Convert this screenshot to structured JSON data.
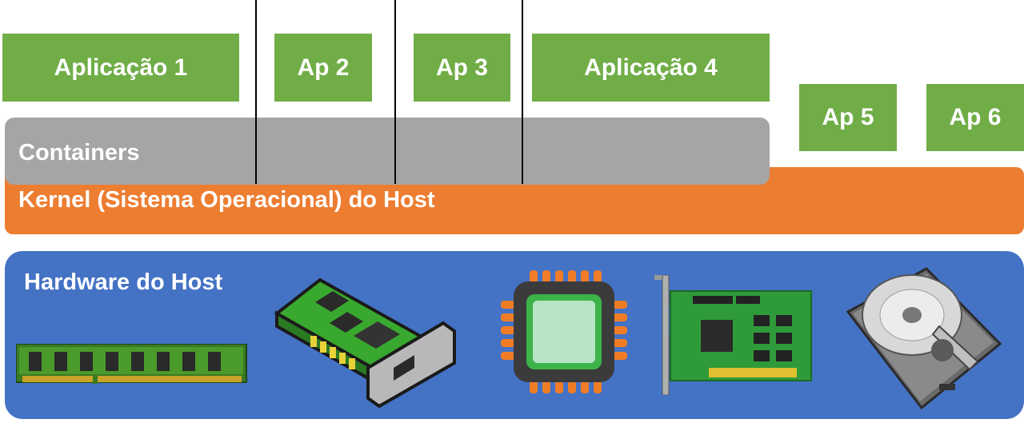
{
  "apps": [
    {
      "label": "Aplicação 1"
    },
    {
      "label": "Ap 2"
    },
    {
      "label": "Ap 3"
    },
    {
      "label": "Aplicação 4"
    },
    {
      "label": "Ap 5"
    },
    {
      "label": "Ap 6"
    }
  ],
  "layers": {
    "containers": "Containers",
    "kernel": "Kernel (Sistema Operacional) do Host",
    "hardware": "Hardware do Host"
  },
  "icons": [
    "ram-module-icon",
    "network-card-icon",
    "cpu-chip-icon",
    "expansion-card-icon",
    "hard-disk-icon"
  ],
  "colors": {
    "app": "#70ad47",
    "containers": "#a5a5a5",
    "kernel": "#ed7d31",
    "hardware": "#4472c4"
  }
}
